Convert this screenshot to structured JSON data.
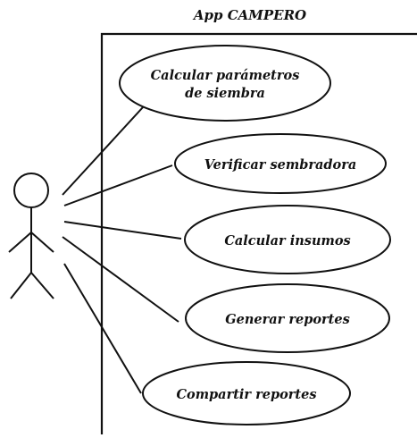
{
  "diagram": {
    "title": "App CAMPERO",
    "use_cases": [
      {
        "line1": "Calcular parámetros",
        "line2": "de siembra"
      },
      {
        "line1": "Verificar sembradora"
      },
      {
        "line1": "Calcular insumos"
      },
      {
        "line1": "Generar reportes"
      },
      {
        "line1": "Compartir reportes"
      }
    ]
  }
}
